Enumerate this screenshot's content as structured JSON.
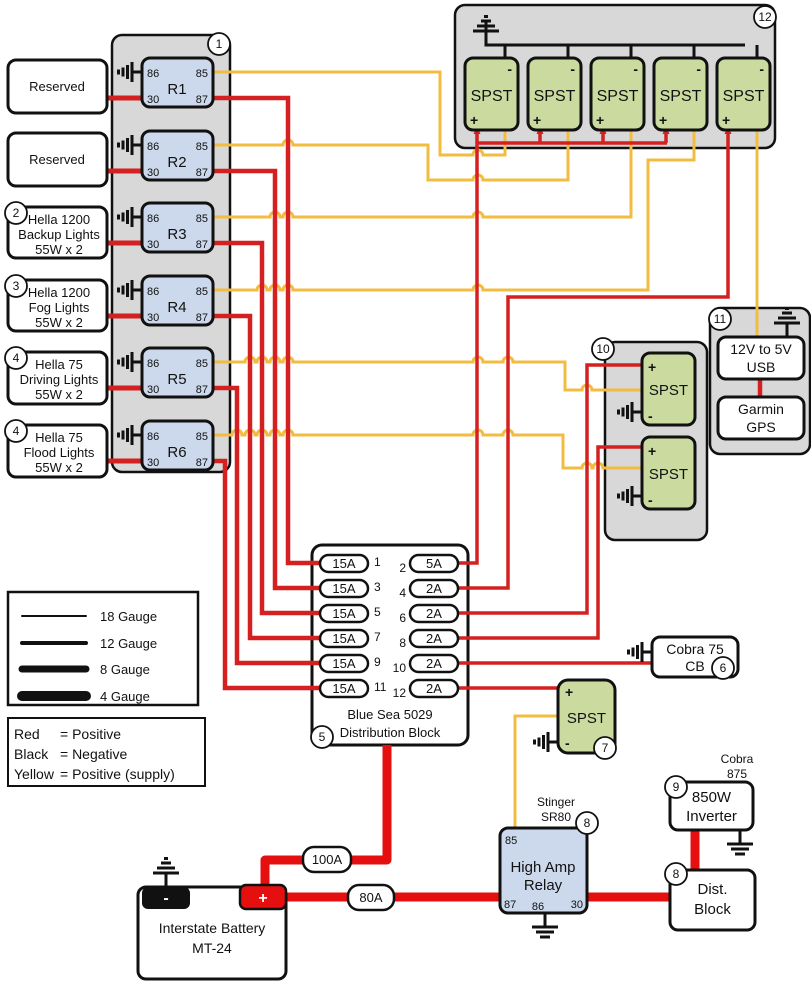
{
  "loads": [
    {
      "badge": "",
      "lines": [
        "Reserved",
        "",
        ""
      ]
    },
    {
      "badge": "",
      "lines": [
        "Reserved",
        "",
        ""
      ]
    },
    {
      "badge": "2",
      "lines": [
        "Hella 1200",
        "Backup Lights",
        "55W x 2"
      ]
    },
    {
      "badge": "3",
      "lines": [
        "Hella 1200",
        "Fog Lights",
        "55W x 2"
      ]
    },
    {
      "badge": "4",
      "lines": [
        "Hella 75",
        "Driving Lights",
        "55W x 2"
      ]
    },
    {
      "badge": "4",
      "lines": [
        "Hella 75",
        "Flood Lights",
        "55W x 2"
      ]
    }
  ],
  "relay_bank": {
    "badge": "1",
    "pins": {
      "tl": "86",
      "tr": "85",
      "bl": "30",
      "br": "87"
    },
    "relays": [
      "R1",
      "R2",
      "R3",
      "R4",
      "R5",
      "R6"
    ]
  },
  "bank12": {
    "badge": "12",
    "switch_label": "SPST",
    "plus": "+",
    "minus": "-"
  },
  "bank10": {
    "badge": "10",
    "switch_label": "SPST",
    "plus": "+",
    "minus": "-"
  },
  "switch7": {
    "badge": "7",
    "label": "SPST",
    "plus": "+",
    "minus": "-"
  },
  "usb_gps": {
    "badge": "11",
    "usb_line1": "12V to 5V",
    "usb_line2": "USB",
    "gps_line1": "Garmin",
    "gps_line2": "GPS"
  },
  "cb": {
    "badge": "6",
    "line1": "Cobra 75",
    "line2": "CB"
  },
  "inverter": {
    "badge": "9",
    "model_line1": "Cobra",
    "model_line2": "875",
    "line1": "850W",
    "line2": "Inverter"
  },
  "dist_small": {
    "badge": "8",
    "line1": "Dist.",
    "line2": "Block"
  },
  "high_amp_relay": {
    "badge": "8",
    "model_line1": "Stinger",
    "model_line2": "SR80",
    "line1": "High Amp",
    "line2": "Relay",
    "pins": {
      "tl": "85",
      "bl": "87",
      "bm": "86",
      "br": "30"
    }
  },
  "battery": {
    "line1": "Interstate Battery",
    "line2": "MT-24",
    "plus": "+",
    "minus": "-"
  },
  "main_fuses": {
    "f100": "100A",
    "f80": "80A"
  },
  "dist_block": {
    "badge": "5",
    "title_line1": "Blue Sea 5029",
    "title_line2": "Distribution Block",
    "left_fuses": [
      {
        "amp": "15A",
        "num": "1"
      },
      {
        "amp": "15A",
        "num": "3"
      },
      {
        "amp": "15A",
        "num": "5"
      },
      {
        "amp": "15A",
        "num": "7"
      },
      {
        "amp": "15A",
        "num": "9"
      },
      {
        "amp": "15A",
        "num": "11"
      }
    ],
    "right_fuses": [
      {
        "amp": "5A",
        "num": "2"
      },
      {
        "amp": "2A",
        "num": "4"
      },
      {
        "amp": "2A",
        "num": "6"
      },
      {
        "amp": "2A",
        "num": "8"
      },
      {
        "amp": "2A",
        "num": "10"
      },
      {
        "amp": "2A",
        "num": "12"
      }
    ]
  },
  "gauge_legend": {
    "items": [
      "18 Gauge",
      "12 Gauge",
      "8 Gauge",
      "4 Gauge"
    ]
  },
  "color_legend": {
    "rows": [
      {
        "name": "Red",
        "value": "= Positive"
      },
      {
        "name": "Black",
        "value": "= Negative"
      },
      {
        "name": "Yellow",
        "value": "= Positive (supply)"
      }
    ]
  },
  "colors": {
    "positive": "#d42020",
    "thick_positive": "#e60f0f",
    "negative": "#111111",
    "supply": "#f2bc40",
    "relay_fill": "#ccd9ec",
    "switch_fill": "#cbdb9f",
    "panel_fill": "#d8d8d8"
  }
}
